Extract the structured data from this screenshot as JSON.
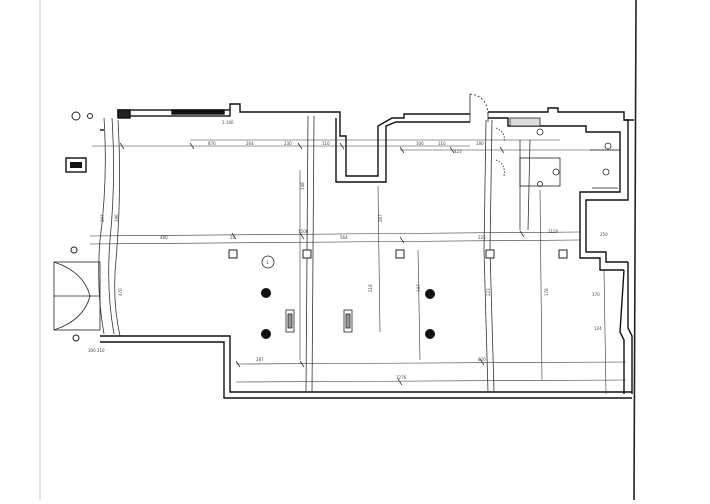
{
  "plan": {
    "top_dims": [
      "870",
      "264",
      "230",
      "110",
      "106",
      "110",
      "180",
      "423"
    ],
    "mid_dims": [
      "480",
      "10",
      "1508",
      "564",
      "225",
      "1150"
    ],
    "bottom_dims": [
      "287",
      "820",
      "1276"
    ],
    "right_dims": [
      "250",
      "170",
      "124"
    ],
    "vertical_dims": [
      "297",
      "148",
      "267",
      "218",
      "147",
      "223",
      "196",
      "470",
      "178"
    ],
    "tag_text": "1",
    "note_text": "300 310",
    "stamp_text": "1:100"
  }
}
